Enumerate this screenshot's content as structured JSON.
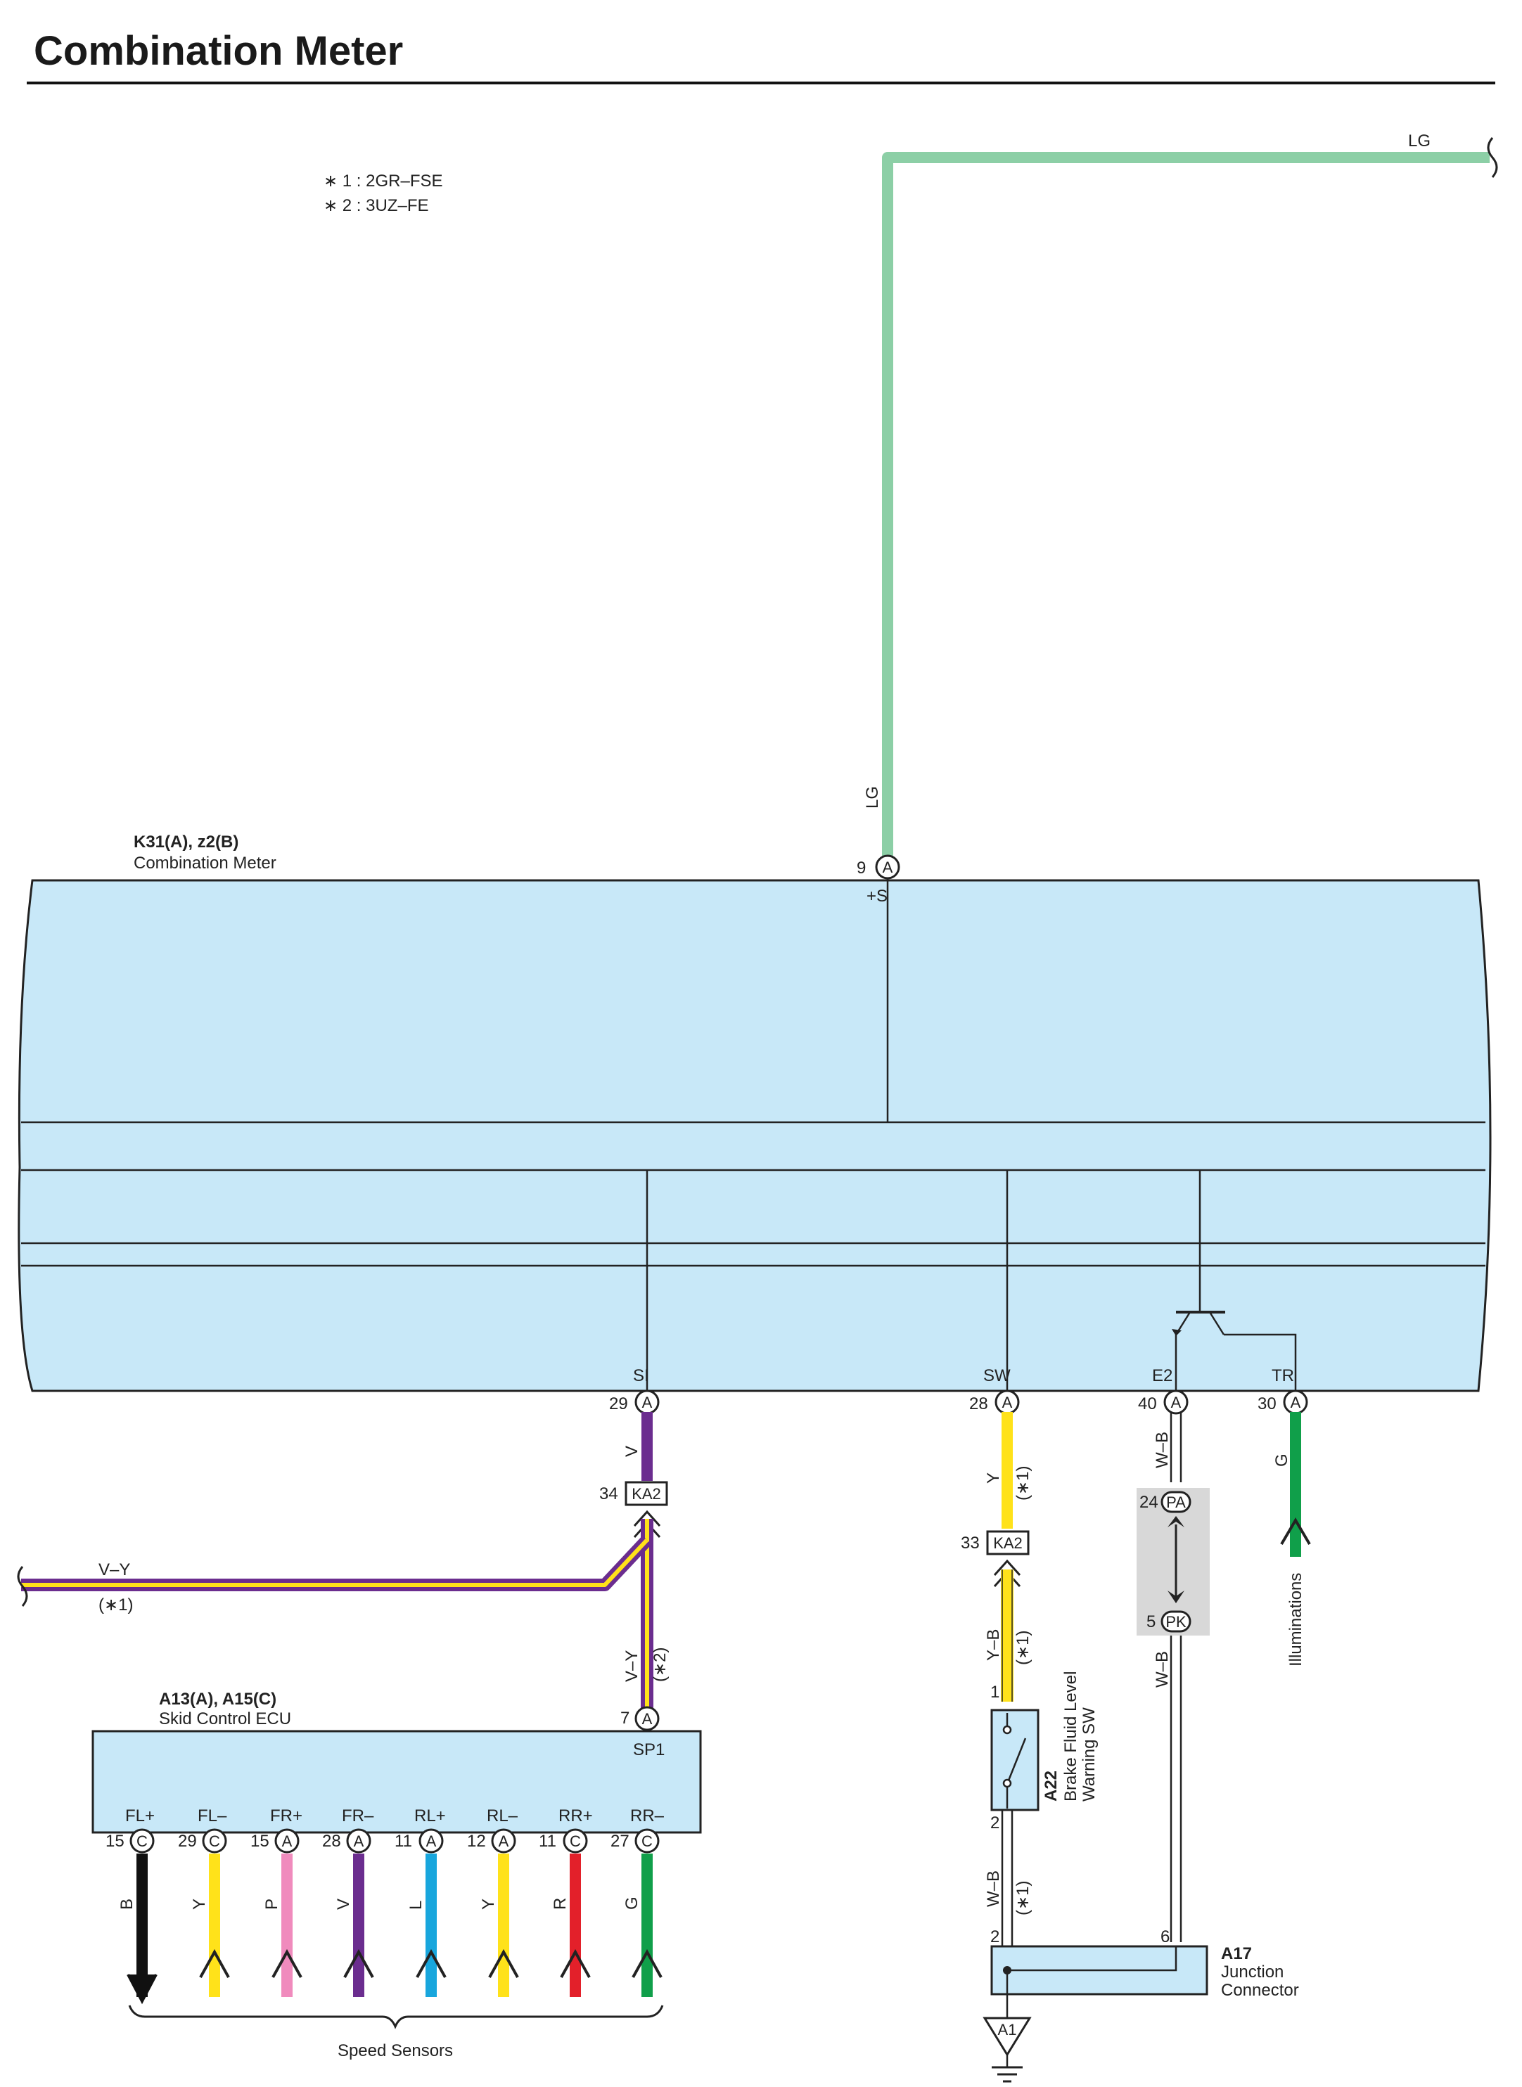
{
  "title": "Combination Meter",
  "notes": [
    "∗ 1 : 2GR–FSE",
    "∗ 2 : 3UZ–FE"
  ],
  "colors": {
    "box_fill": "#c8e8f8",
    "LG": "#8ccfa6",
    "V": "#6b2d8f",
    "Y": "#ffe21a",
    "G": "#109f4a",
    "B": "#111111",
    "P": "#f08bbd",
    "L": "#18a6dd",
    "R": "#e3202a",
    "gray_box": "#d8d8d8"
  },
  "meter": {
    "connector": "K31(A), z2(B)",
    "name": "Combination Meter",
    "plus_s": {
      "pin": "9",
      "conn": "A",
      "label": "+S",
      "wire": "LG"
    },
    "terminals": [
      {
        "label": "SI",
        "pin": "29",
        "conn": "A",
        "wire": "V"
      },
      {
        "label": "SW",
        "pin": "28",
        "conn": "A",
        "wire": "Y",
        "note": "(∗1)"
      },
      {
        "label": "E2",
        "pin": "40",
        "conn": "A",
        "wire": "W–B"
      },
      {
        "label": "TR",
        "pin": "30",
        "conn": "A",
        "wire": "G"
      }
    ]
  },
  "lg_top_label": "LG",
  "junction_ka2_left": {
    "pin": "34",
    "conn": "KA2"
  },
  "junction_ka2_right": {
    "pin": "33",
    "conn": "KA2"
  },
  "vy_branch": {
    "wire": "V–Y",
    "note": "(∗1)"
  },
  "vy_down": {
    "wire": "V–Y",
    "note": "(∗2)"
  },
  "yb_wire": {
    "wire": "Y–B",
    "note": "(∗1)"
  },
  "wb_lower": {
    "wire": "W–B",
    "note": "(∗1)"
  },
  "pa_pk": {
    "pa_pin": "24",
    "pa": "PA",
    "pk_pin": "5",
    "pk": "PK",
    "wire": "W–B"
  },
  "illuminations": "Illuminations",
  "ecu": {
    "connector": "A13(A), A15(C)",
    "name": "Skid Control ECU",
    "sp1": {
      "pin": "7",
      "conn": "A",
      "label": "SP1"
    },
    "terminals": [
      {
        "label": "FL+",
        "pin": "15",
        "conn": "C",
        "wire": "B"
      },
      {
        "label": "FL–",
        "pin": "29",
        "conn": "C",
        "wire": "Y"
      },
      {
        "label": "FR+",
        "pin": "15",
        "conn": "A",
        "wire": "P"
      },
      {
        "label": "FR–",
        "pin": "28",
        "conn": "A",
        "wire": "V"
      },
      {
        "label": "RL+",
        "pin": "11",
        "conn": "A",
        "wire": "L"
      },
      {
        "label": "RL–",
        "pin": "12",
        "conn": "A",
        "wire": "Y"
      },
      {
        "label": "RR+",
        "pin": "11",
        "conn": "C",
        "wire": "R"
      },
      {
        "label": "RR–",
        "pin": "27",
        "conn": "C",
        "wire": "G"
      }
    ],
    "group_label": "Speed Sensors"
  },
  "brake_sw": {
    "connector": "A22",
    "line1": "Brake Fluid Level",
    "line2": "Warning SW",
    "pin_top": "1",
    "pin_bottom": "2"
  },
  "junction_connector": {
    "connector": "A17",
    "line1": "Junction",
    "line2": "Connector",
    "pin_left": "2",
    "pin_right": "6"
  },
  "ground": {
    "label": "A1"
  }
}
